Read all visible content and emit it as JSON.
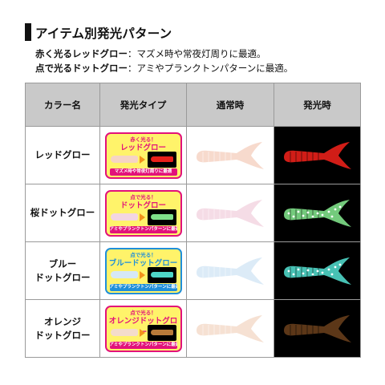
{
  "title": "アイテム別発光パターン",
  "descriptions": [
    {
      "label": "赤く光るレッドグロー",
      "text": "：マズメ時や常夜灯周りに最適。"
    },
    {
      "label": "点で光るドットグロー",
      "text": "：アミやプランクトンパターンに最適。"
    }
  ],
  "table": {
    "headers": [
      "カラー名",
      "発光タイプ",
      "通常時",
      "発光時"
    ],
    "rows": [
      {
        "name_lines": [
          "レッドグロー"
        ],
        "badge": {
          "small": "赤く光る！",
          "big": "レッドグロー",
          "foot": "マズメ時や常夜灯周りに最適",
          "accent": "#e2127a",
          "glow": "#e8201a"
        },
        "normal_color": "#f6d4c4",
        "glow_color": "#e8201a",
        "glow_style": "solid"
      },
      {
        "name_lines": [
          "桜ドットグロー"
        ],
        "badge": {
          "small": "点で光る！",
          "big": "ドットグロー",
          "foot": "アミやプランクトンパターンに最適",
          "accent": "#e2127a",
          "glow": "#7fe08a"
        },
        "normal_color": "#f3d6e2",
        "glow_color": "#7fe08a",
        "glow_style": "dots"
      },
      {
        "name_lines": [
          "ブルー",
          "ドットグロー"
        ],
        "badge": {
          "small": "点で光る！",
          "big": "ブルードットグロー",
          "foot": "アミやプランクトンパターンに最適",
          "accent": "#1f8fd9",
          "glow": "#4fd6c8"
        },
        "normal_color": "#d6e8f6",
        "glow_color": "#4fd6c8",
        "glow_style": "dots"
      },
      {
        "name_lines": [
          "オレンジ",
          "ドットグロー"
        ],
        "badge": {
          "small": "点で光る！",
          "big": "オレンジドットグロー",
          "foot": "アミやプランクトンパターンに最適",
          "accent": "#e2127a",
          "glow": "#b87a3a"
        },
        "normal_color": "#f4dccb",
        "glow_color": "#a8652c",
        "glow_style": "dim"
      }
    ]
  }
}
